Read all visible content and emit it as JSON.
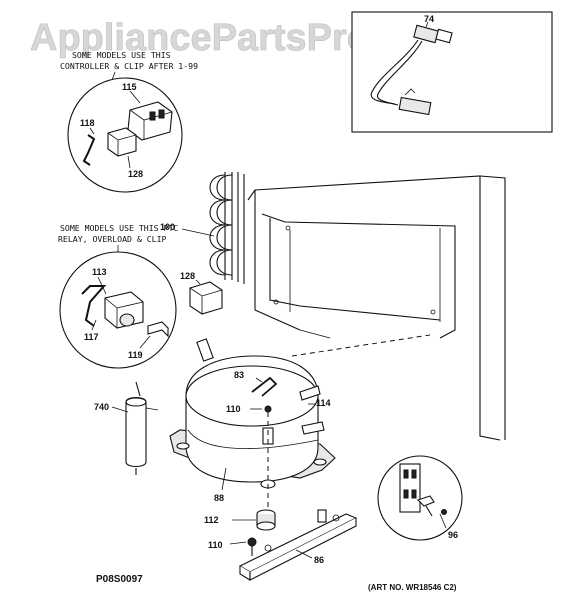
{
  "watermark": "AppliancePartsPros.com",
  "notes": {
    "controller_line1": "SOME MODELS USE THIS",
    "controller_line2": "CONTROLLER & CLIP AFTER 1-99",
    "ptc_line1": "SOME MODELS USE THIS PTC",
    "ptc_line2": "RELAY, OVERLOAD & CLIP"
  },
  "parts": {
    "p74": "74",
    "p115": "115",
    "p118": "118",
    "p128a": "128",
    "p100": "100",
    "p113": "113",
    "p117": "117",
    "p119": "119",
    "p128b": "128",
    "p83": "83",
    "p110a": "110",
    "p114": "114",
    "p740": "740",
    "p88": "88",
    "p112": "112",
    "p110b": "110",
    "p86": "86",
    "p96": "96"
  },
  "diagram_code": "P08S0097",
  "art_number": "(ART NO. WR18546 C2)"
}
